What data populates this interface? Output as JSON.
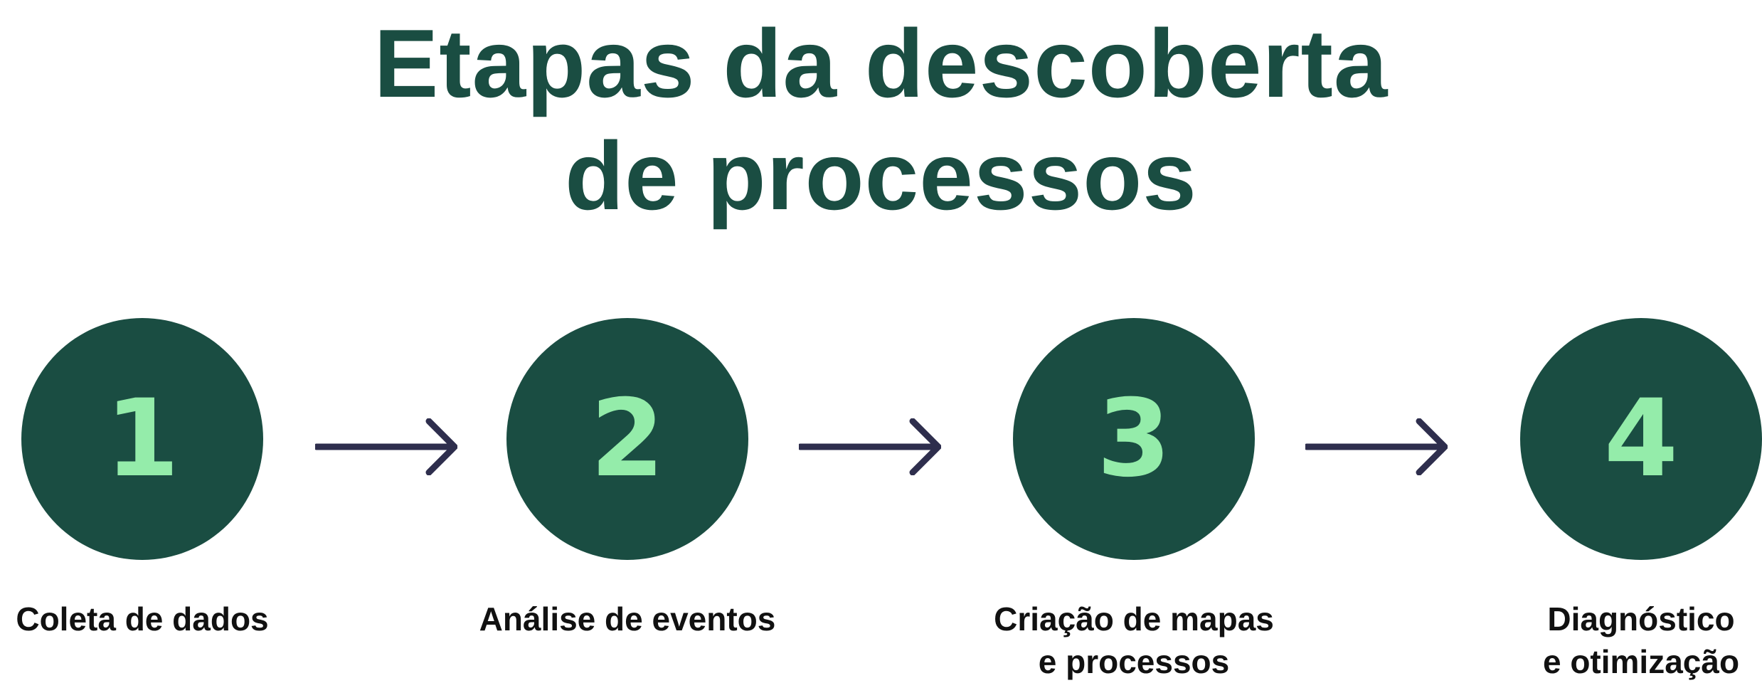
{
  "title": {
    "line1": "Etapas da descoberta",
    "line2": "de processos"
  },
  "colors": {
    "title": "#1a4d42",
    "circle_fill": "#1a4d42",
    "number": "#94ecaa",
    "arrow": "#2e2e4d",
    "label": "#111111",
    "background": "#ffffff"
  },
  "steps": [
    {
      "number": "1",
      "label_line1": "Coleta de dados",
      "label_line2": ""
    },
    {
      "number": "2",
      "label_line1": "Análise de eventos",
      "label_line2": ""
    },
    {
      "number": "3",
      "label_line1": "Criação de mapas",
      "label_line2": "e processos"
    },
    {
      "number": "4",
      "label_line1": "Diagnóstico",
      "label_line2": "e otimização"
    }
  ],
  "connectors": [
    {
      "icon": "arrow-right-icon"
    },
    {
      "icon": "arrow-right-icon"
    },
    {
      "icon": "arrow-right-icon"
    }
  ]
}
